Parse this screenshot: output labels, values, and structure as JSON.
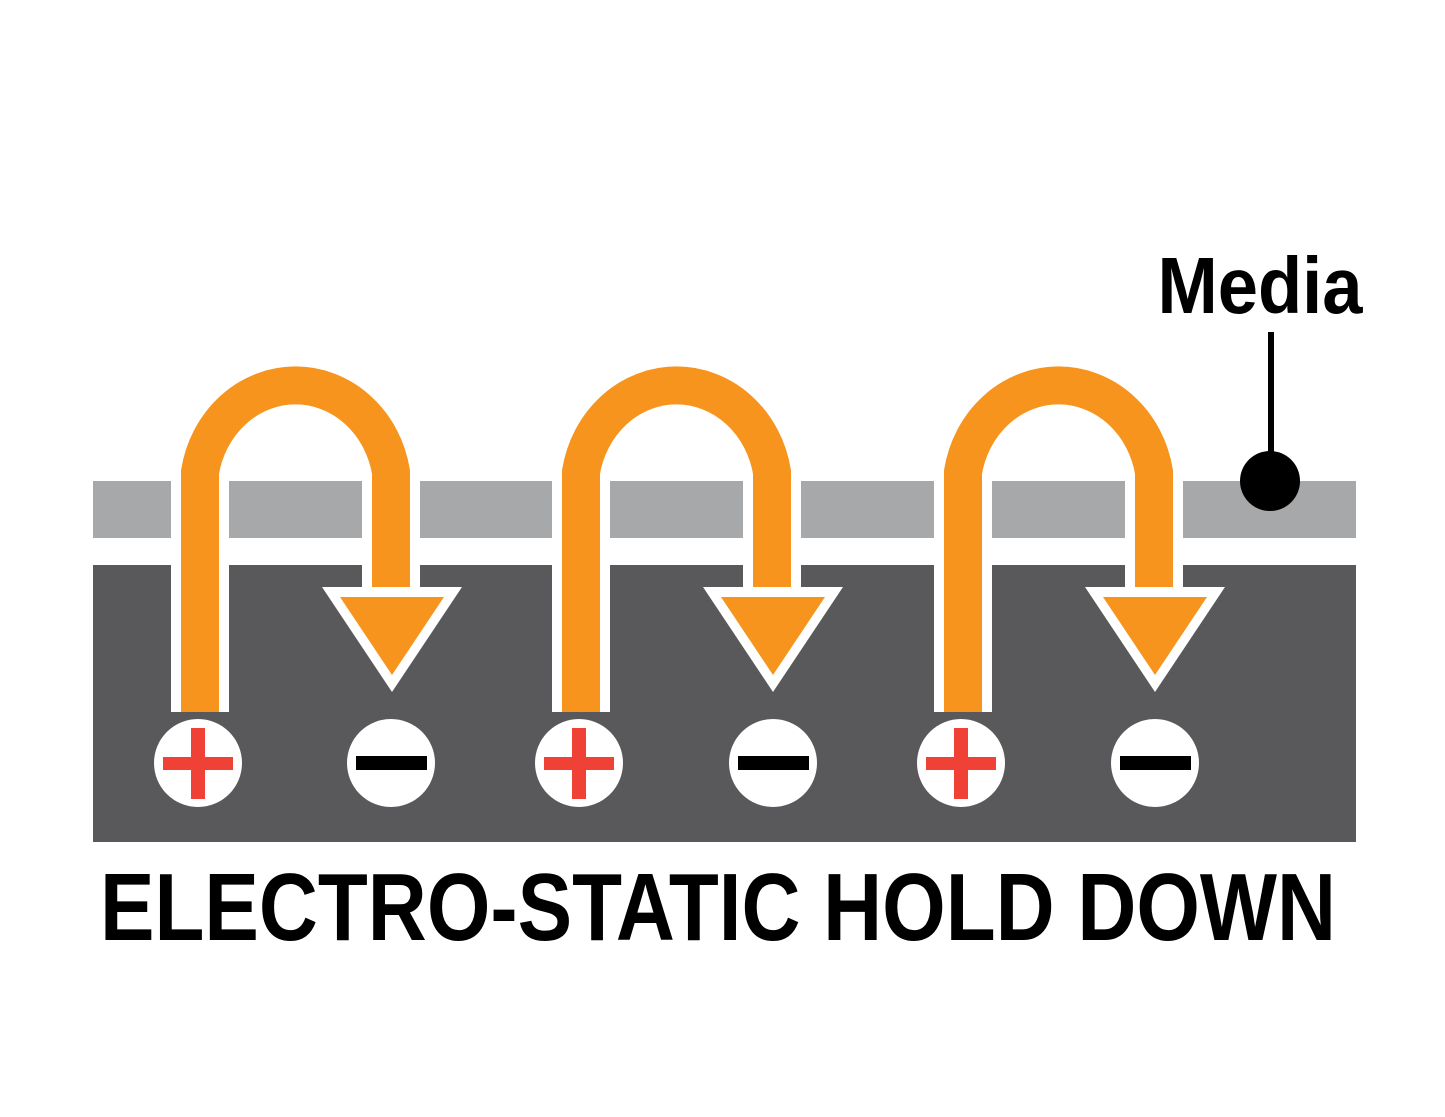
{
  "media_label": "Media",
  "title": "ELECTRO-STATIC HOLD DOWN",
  "poles": [
    {
      "name": "positive-pole-1",
      "polarity": "+"
    },
    {
      "name": "negative-pole-1",
      "polarity": "-"
    },
    {
      "name": "positive-pole-2",
      "polarity": "+"
    },
    {
      "name": "negative-pole-2",
      "polarity": "-"
    },
    {
      "name": "positive-pole-3",
      "polarity": "+"
    },
    {
      "name": "negative-pole-3",
      "polarity": "-"
    }
  ],
  "colors": {
    "media": "#a7a8aa",
    "platen": "#59595b",
    "field_arrow": "#f7941d",
    "positive": "#ef4136",
    "negative": "#000000",
    "outline": "#ffffff",
    "text": "#000000"
  }
}
